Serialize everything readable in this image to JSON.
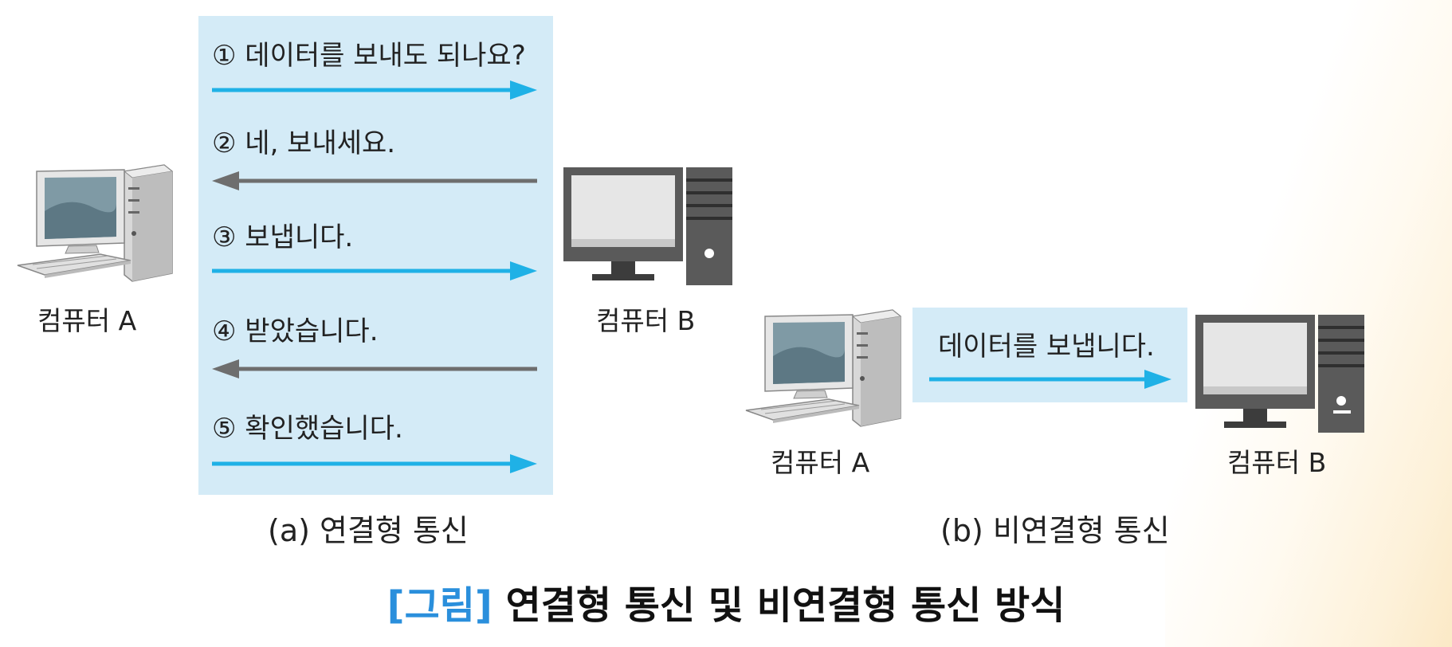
{
  "colors": {
    "panel": "#d4ebf7",
    "arrow_forward": "#1fb1e6",
    "arrow_back": "#6e6e6e",
    "title_accent": "#2a8fdc"
  },
  "connection_oriented": {
    "messages": [
      {
        "text": "① 데이터를 보내도 되나요?",
        "direction": "A-to-B"
      },
      {
        "text": "② 네, 보내세요.",
        "direction": "B-to-A"
      },
      {
        "text": "③ 보냅니다.",
        "direction": "A-to-B"
      },
      {
        "text": "④ 받았습니다.",
        "direction": "B-to-A"
      },
      {
        "text": "⑤ 확인했습니다.",
        "direction": "A-to-B"
      }
    ],
    "computer_a_label": "컴퓨터 A",
    "computer_b_label": "컴퓨터 B",
    "caption": "(a) 연결형 통신"
  },
  "connectionless": {
    "message": {
      "text": "데이터를 보냅니다.",
      "direction": "A-to-B"
    },
    "computer_a_label": "컴퓨터 A",
    "computer_b_label": "컴퓨터 B",
    "caption": "(b) 비연결형 통신"
  },
  "figure_title": {
    "bracket": "[그림]",
    "text": "연결형 통신 및 비연결형 통신 방식"
  },
  "icons": [
    "computer-a-icon",
    "computer-b-icon"
  ]
}
